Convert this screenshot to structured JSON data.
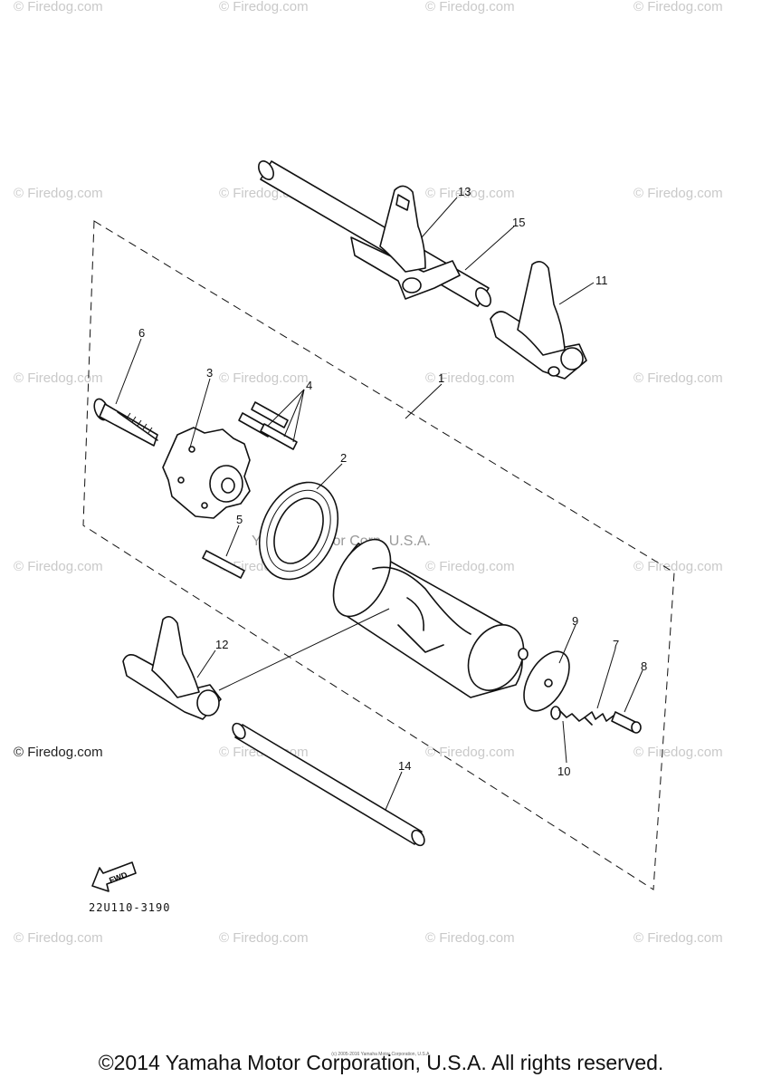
{
  "watermark": "© Firedog.com",
  "center_credit": "Yamaha Motor Corp, U.S.A.",
  "part_number": "22U110-3190",
  "fwd_label": "FWD",
  "callouts": {
    "c1": "1",
    "c2": "2",
    "c3": "3",
    "c4": "4",
    "c5": "5",
    "c6": "6",
    "c7": "7",
    "c8": "8",
    "c9": "9",
    "c10": "10",
    "c11": "11",
    "c12": "12",
    "c13": "13",
    "c14": "14",
    "c15": "15"
  },
  "footer": {
    "copyright": "©2014 Yamaha Motor Corporation, U.S.A. All rights reserved.",
    "tiny_note": "(c) 2005-2016 Yamaha Motor Corporation, U.S.A."
  }
}
